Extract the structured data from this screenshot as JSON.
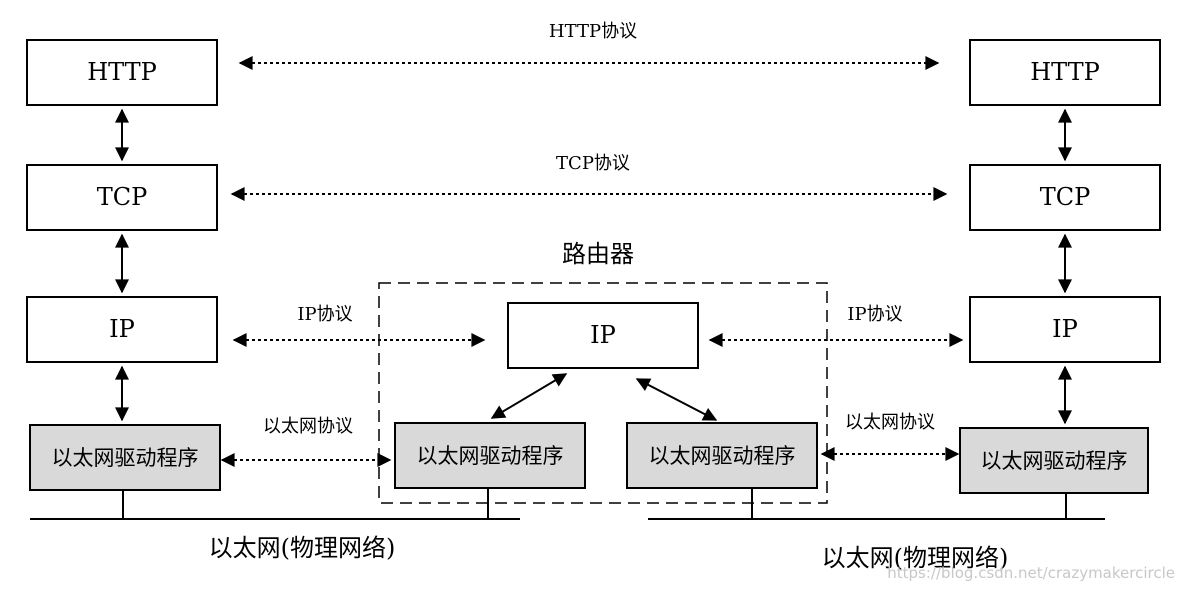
{
  "left_stack": {
    "http": "HTTP",
    "tcp": "TCP",
    "ip": "IP",
    "driver": "以太网驱动程序"
  },
  "right_stack": {
    "http": "HTTP",
    "tcp": "TCP",
    "ip": "IP",
    "driver": "以太网驱动程序"
  },
  "router": {
    "title": "路由器",
    "ip": "IP",
    "driver_left": "以太网驱动程序",
    "driver_right": "以太网驱动程序"
  },
  "protocols": {
    "http": "HTTP协议",
    "tcp": "TCP协议",
    "ip_left": "IP协议",
    "ip_right": "IP协议",
    "ethernet_left": "以太网协议",
    "ethernet_right": "以太网协议"
  },
  "networks": {
    "left": "以太网(物理网络)",
    "right": "以太网(物理网络)"
  },
  "watermark": "https://blog.csdn.net/crazymakercircle"
}
